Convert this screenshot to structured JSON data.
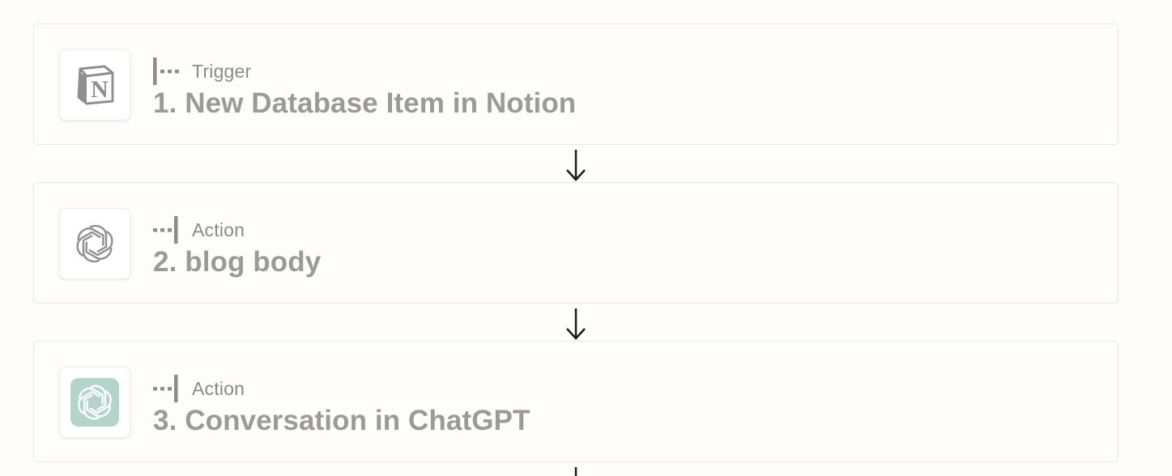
{
  "steps": [
    {
      "number_title": "1. New Database Item in Notion",
      "type_label": "Trigger",
      "app_icon": "notion-icon",
      "type_icon": "trigger-icon"
    },
    {
      "number_title": "2. blog body",
      "type_label": "Action",
      "app_icon": "openai-icon",
      "type_icon": "action-icon"
    },
    {
      "number_title": "3. Conversation in ChatGPT",
      "type_label": "Action",
      "app_icon": "chatgpt-icon",
      "type_icon": "action-icon"
    }
  ],
  "colors": {
    "background": "#fffdf9",
    "card_border": "#e9e6df",
    "title_text": "#9c9a96",
    "type_text": "#8c8a85",
    "chatgpt_tile": "#b3d3cb"
  }
}
